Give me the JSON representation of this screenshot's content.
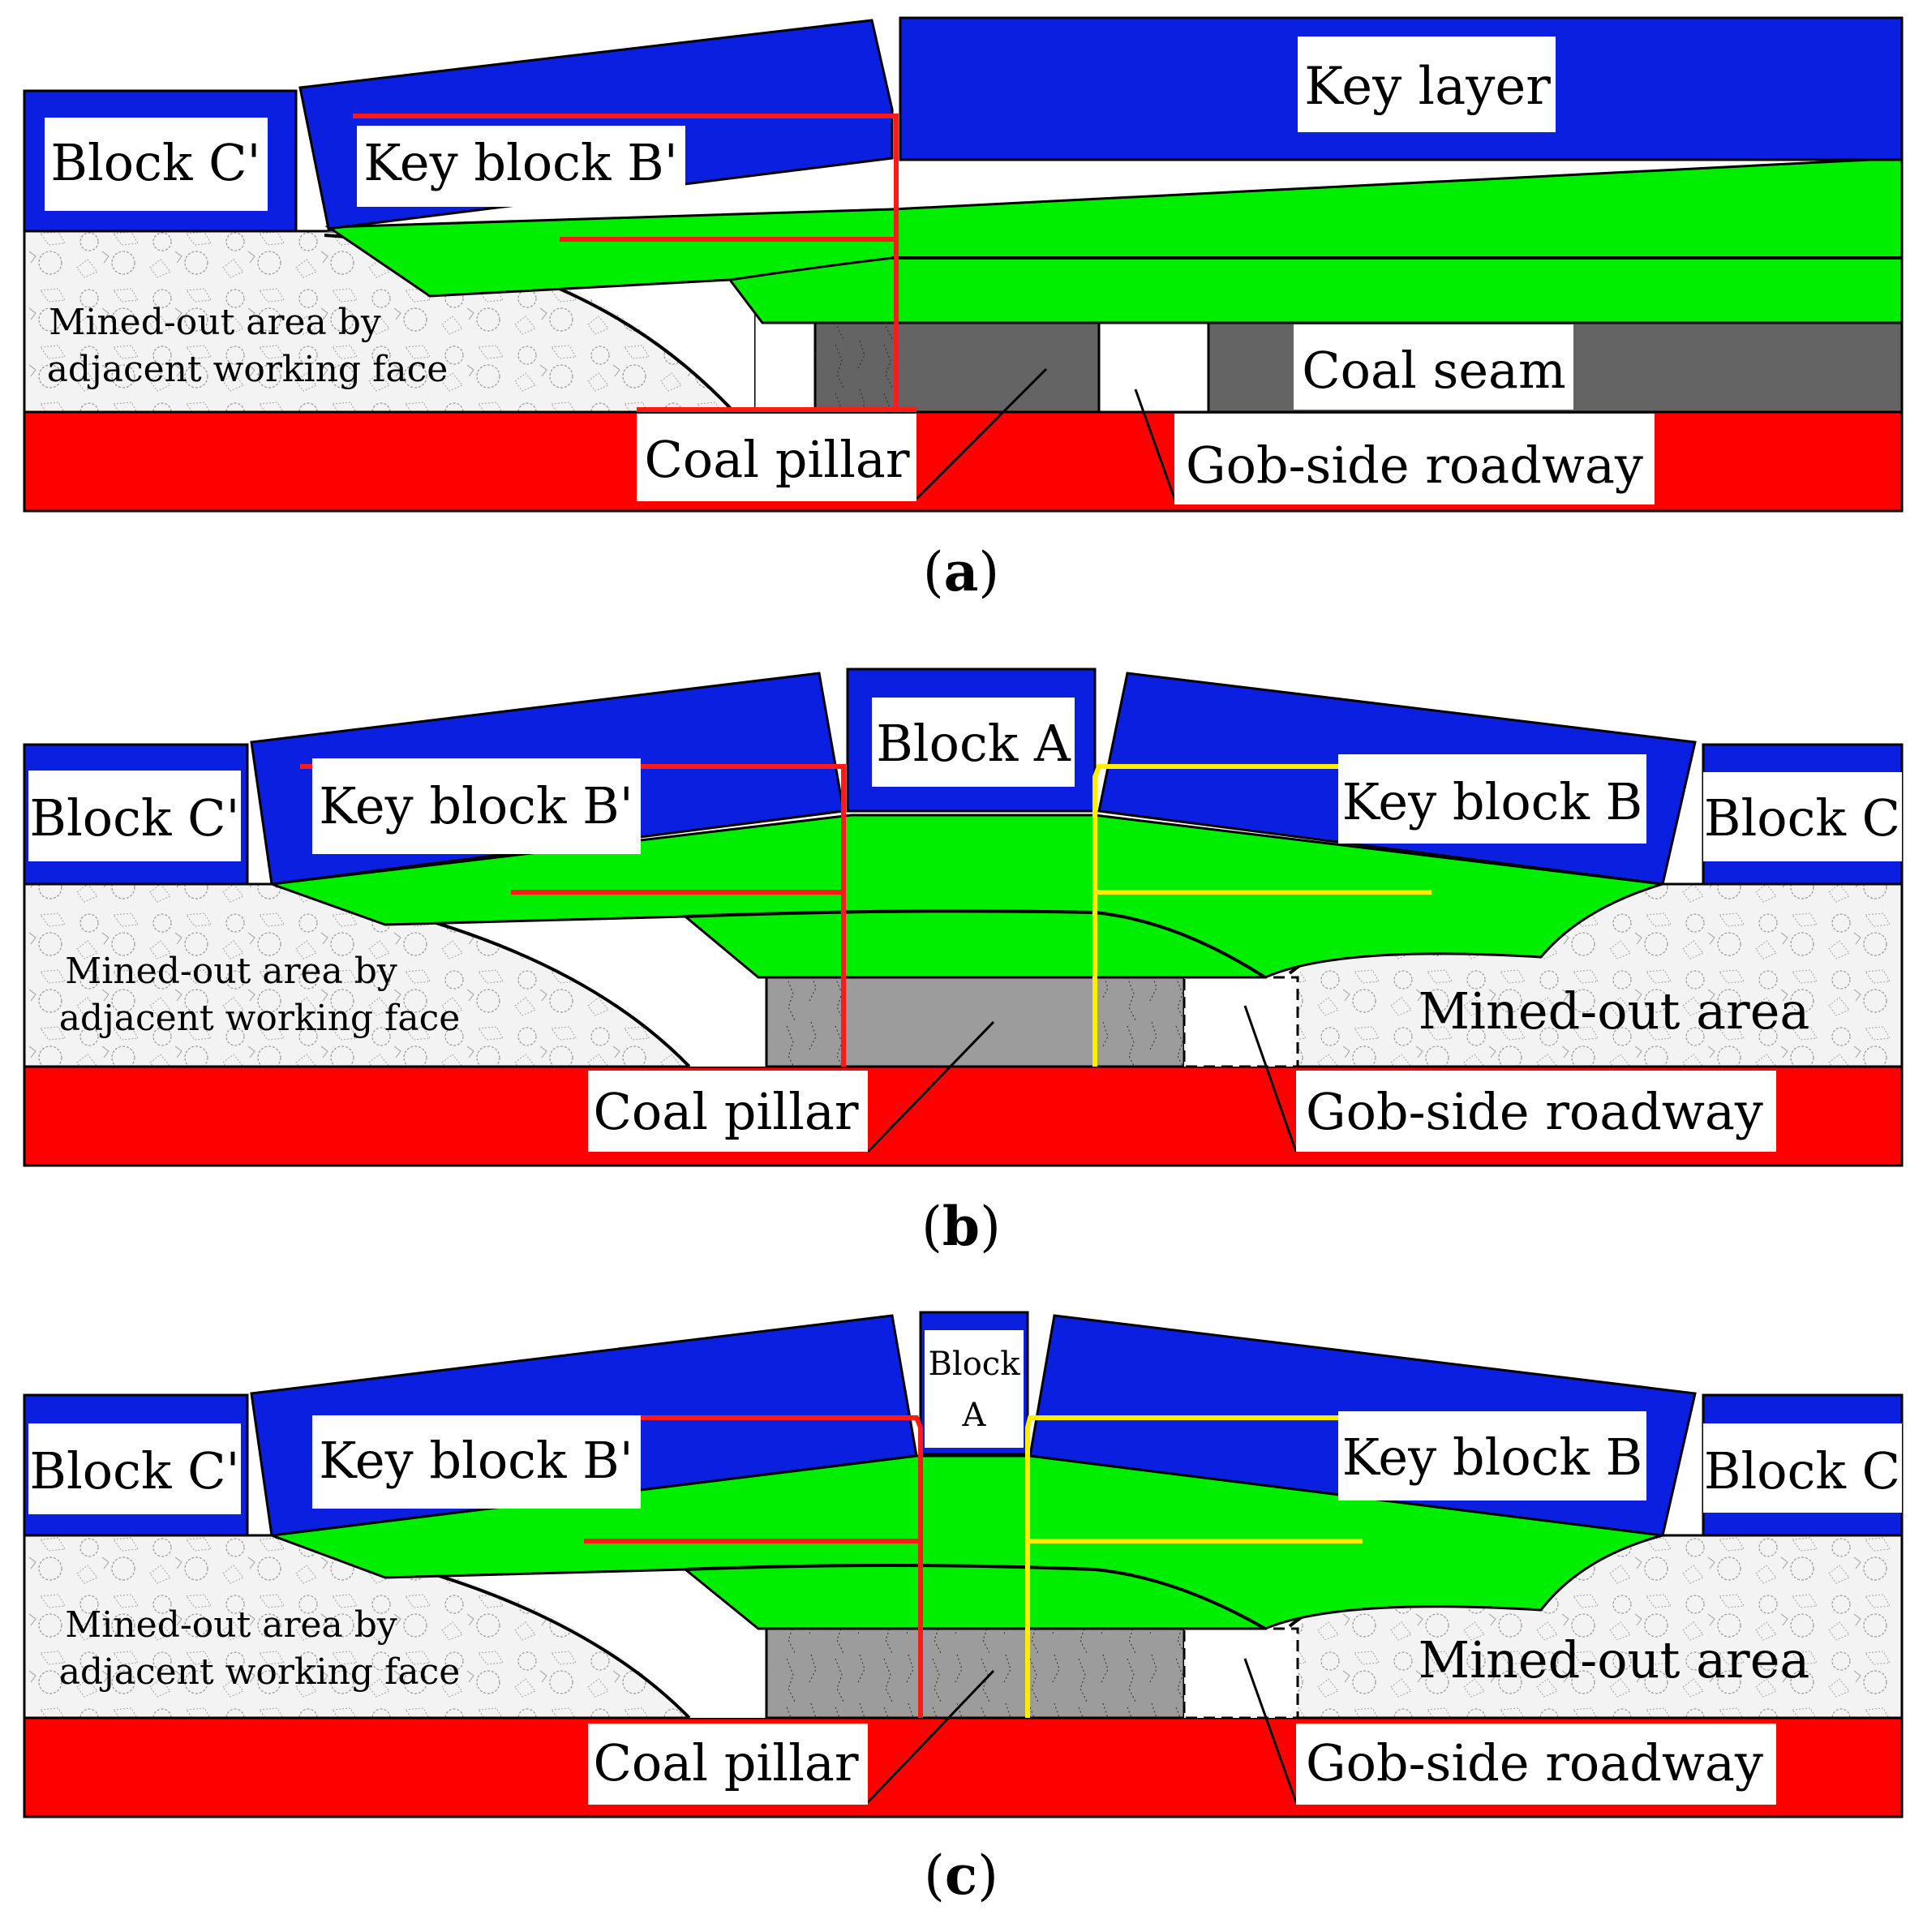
{
  "colors": {
    "key_layer": "#0a1fe0",
    "strata": "#00ee00",
    "floor": "#ff0000",
    "coal_dark": "#646464",
    "coal_light": "#9c9c9c",
    "gob": "#f2f2f2",
    "red_line": "#ff1a1a",
    "yellow_line": "#ffee00"
  },
  "panels": [
    {
      "caption_letter": "a",
      "labels": {
        "block_c_prime": "Block C'",
        "key_block_b_prime": "Key block B'",
        "key_layer": "Key layer",
        "mined_out_left_line1": "Mined-out area by",
        "mined_out_left_line2": "adjacent working face",
        "coal_seam": "Coal seam",
        "coal_pillar": "Coal pillar",
        "gob_side_roadway": "Gob-side roadway"
      }
    },
    {
      "caption_letter": "b",
      "labels": {
        "block_c_prime": "Block C'",
        "key_block_b_prime": "Key block B'",
        "block_a": "Block A",
        "key_block_b": "Key block B",
        "block_c": "Block C",
        "mined_out_left_line1": "Mined-out area by",
        "mined_out_left_line2": "adjacent working face",
        "mined_out_right": "Mined-out area",
        "coal_pillar": "Coal pillar",
        "gob_side_roadway": "Gob-side roadway"
      }
    },
    {
      "caption_letter": "c",
      "labels": {
        "block_c_prime": "Block C'",
        "key_block_b_prime": "Key block B'",
        "block_a_line1": "Block",
        "block_a_line2": "A",
        "key_block_b": "Key block B",
        "block_c": "Block C",
        "mined_out_left_line1": "Mined-out area by",
        "mined_out_left_line2": "adjacent working face",
        "mined_out_right": "Mined-out area",
        "coal_pillar": "Coal pillar",
        "gob_side_roadway": "Gob-side roadway"
      }
    }
  ]
}
